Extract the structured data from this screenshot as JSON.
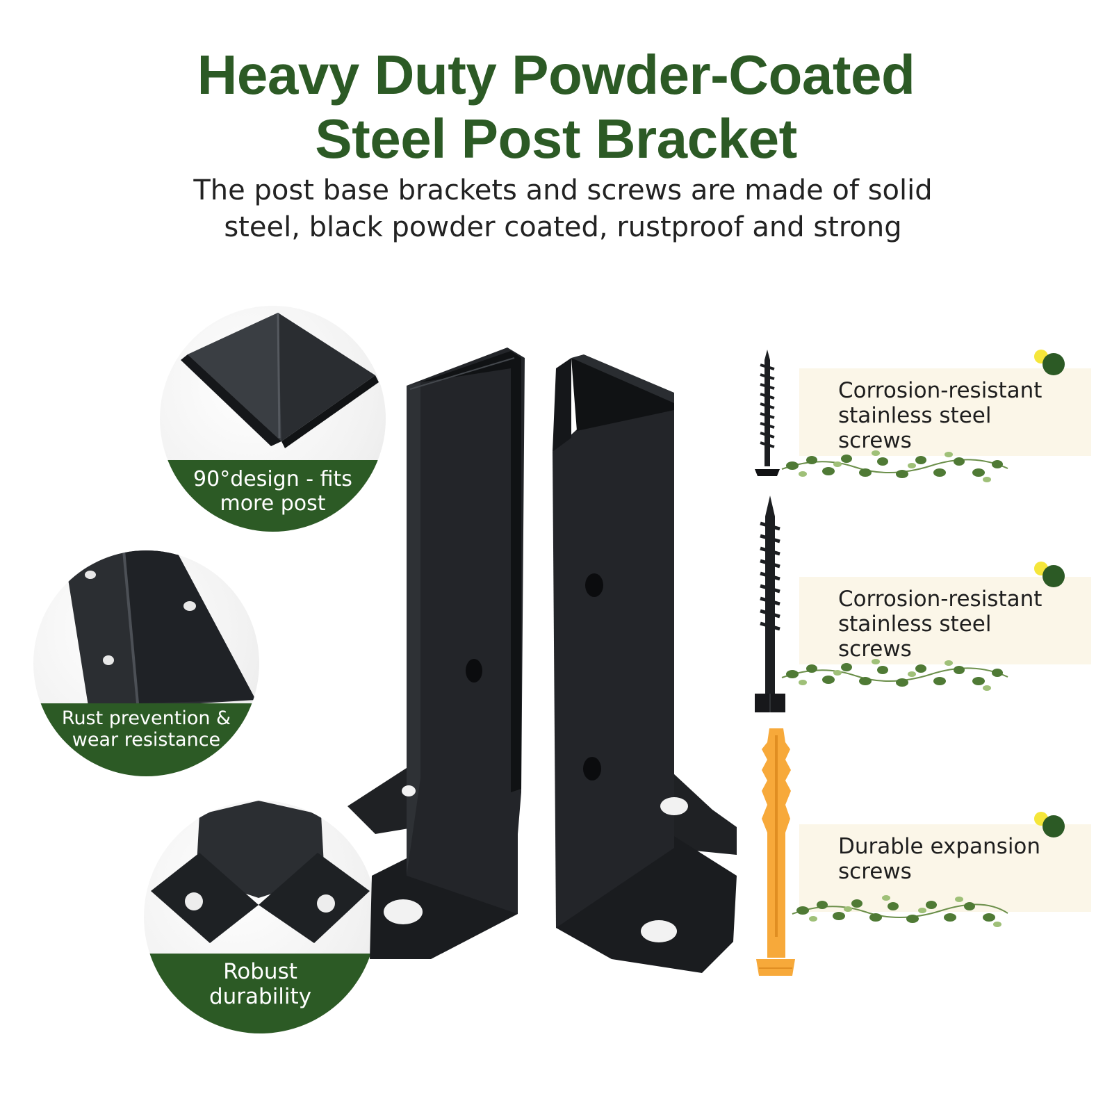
{
  "header": {
    "title_line1": "Heavy Duty Powder-Coated",
    "title_line2": "Steel Post Bracket",
    "subtitle_line1": "The post base brackets and screws are made of solid",
    "subtitle_line2": "steel, black powder coated, rustproof and strong"
  },
  "features": [
    {
      "line1": "90°design - fits",
      "line2": "more post"
    },
    {
      "line1": "Rust prevention &",
      "line2": "wear resistance"
    },
    {
      "line1": "Robust",
      "line2": "durability"
    }
  ],
  "hardware_labels": [
    {
      "text": "Corrosion-resistant\nstainless steel\nscrews"
    },
    {
      "text": "Corrosion-resistant\nstainless steel\nscrews"
    },
    {
      "text": "Durable expansion\nscrews"
    }
  ],
  "colors": {
    "brand_green": "#2c5a25",
    "accent_yellow": "#f5e63a",
    "card_cream": "#fbf6e8",
    "anchor_orange": "#f7a93a",
    "steel_black": "#1d1f22"
  },
  "icons": [
    "corner-photo-icon",
    "holes-photo-icon",
    "base-photo-icon",
    "wood-screw-icon",
    "lag-screw-icon",
    "wall-anchor-icon",
    "ivy-decoration-icon"
  ]
}
